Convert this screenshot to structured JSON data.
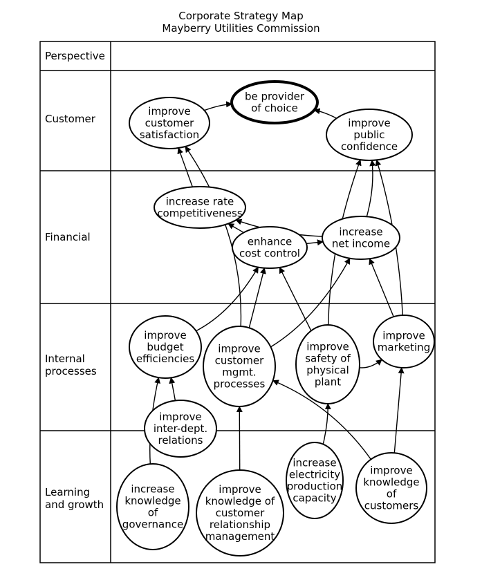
{
  "title": [
    "Corporate Strategy Map",
    "Mayberry Utilities Commission"
  ],
  "rows": [
    {
      "key": "perspective",
      "label": [
        "Perspective"
      ]
    },
    {
      "key": "customer",
      "label": [
        "Customer"
      ]
    },
    {
      "key": "financial",
      "label": [
        "Financial"
      ]
    },
    {
      "key": "internal",
      "label": [
        "Internal",
        "processes"
      ]
    },
    {
      "key": "learning",
      "label": [
        "Learning",
        "and growth"
      ]
    }
  ],
  "nodes": [
    {
      "id": "provider",
      "lines": [
        "be provider",
        "of choice"
      ],
      "emphasis": true
    },
    {
      "id": "satisfaction",
      "lines": [
        "improve",
        "customer",
        "satisfaction"
      ]
    },
    {
      "id": "confidence",
      "lines": [
        "improve",
        "public",
        "confidence"
      ]
    },
    {
      "id": "rate",
      "lines": [
        "increase rate",
        "competitiveness"
      ]
    },
    {
      "id": "cost",
      "lines": [
        "enhance",
        "cost control"
      ]
    },
    {
      "id": "netincome",
      "lines": [
        "increase",
        "net income"
      ]
    },
    {
      "id": "budget",
      "lines": [
        "improve",
        "budget",
        "efficiencies"
      ]
    },
    {
      "id": "custmgmt",
      "lines": [
        "improve",
        "customer",
        "mgmt.",
        "processes"
      ]
    },
    {
      "id": "safety",
      "lines": [
        "improve",
        "safety of",
        "physical",
        "plant"
      ]
    },
    {
      "id": "marketing",
      "lines": [
        "improve",
        "marketing"
      ]
    },
    {
      "id": "interdept",
      "lines": [
        "improve",
        "inter-dept.",
        "relations"
      ]
    },
    {
      "id": "governance",
      "lines": [
        "increase",
        "knowledge",
        "of",
        "governance"
      ]
    },
    {
      "id": "crm",
      "lines": [
        "improve",
        "knowledge of",
        "customer",
        "relationship",
        "management"
      ]
    },
    {
      "id": "electricity",
      "lines": [
        "increase",
        "electricity",
        "production",
        "capacity"
      ]
    },
    {
      "id": "knowcust",
      "lines": [
        "improve",
        "knowledge",
        "of",
        "customers"
      ]
    }
  ],
  "edges": [
    [
      "satisfaction",
      "provider"
    ],
    [
      "confidence",
      "provider"
    ],
    [
      "rate",
      "satisfaction"
    ],
    [
      "cost",
      "rate"
    ],
    [
      "cost",
      "netincome"
    ],
    [
      "netincome",
      "rate"
    ],
    [
      "netincome",
      "confidence"
    ],
    [
      "custmgmt",
      "satisfaction"
    ],
    [
      "budget",
      "cost"
    ],
    [
      "custmgmt",
      "cost"
    ],
    [
      "custmgmt",
      "netincome"
    ],
    [
      "safety",
      "confidence"
    ],
    [
      "safety",
      "cost"
    ],
    [
      "safety",
      "marketing"
    ],
    [
      "marketing",
      "netincome"
    ],
    [
      "marketing",
      "confidence"
    ],
    [
      "interdept",
      "budget"
    ],
    [
      "governance",
      "budget"
    ],
    [
      "crm",
      "custmgmt"
    ],
    [
      "electricity",
      "safety"
    ],
    [
      "knowcust",
      "marketing"
    ],
    [
      "knowcust",
      "custmgmt"
    ]
  ]
}
